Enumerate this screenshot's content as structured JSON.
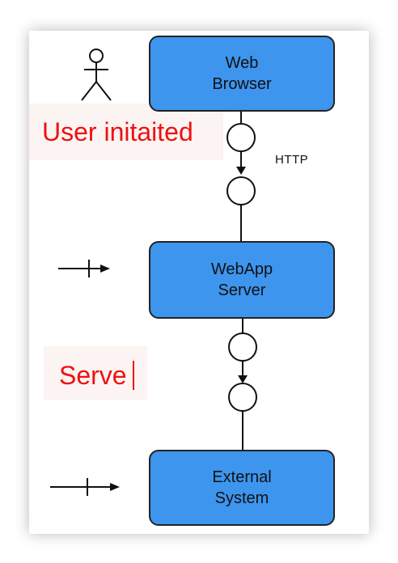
{
  "boxes": {
    "browser": {
      "line1": "Web",
      "line2": "Browser"
    },
    "server": {
      "line1": "WebApp",
      "line2": "Server"
    },
    "external": {
      "line1": "External",
      "line2": "System"
    }
  },
  "labels": {
    "user_initiated": "User initaited",
    "serve": "Serve",
    "protocol": "HTTP"
  },
  "colors": {
    "box_fill": "#3d95ee",
    "label_red": "#ee1111"
  },
  "icons": {
    "actor": "stick-figure-icon",
    "entry_arrows": "arrow-with-bar-icon"
  }
}
